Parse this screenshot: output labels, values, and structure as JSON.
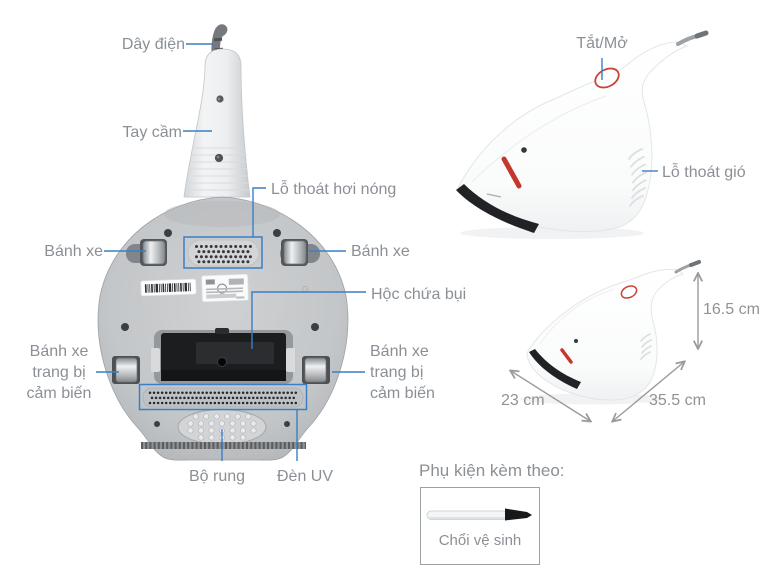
{
  "colors": {
    "label_text": "#8b9096",
    "leader_line": "#3b7fc4",
    "dimension_gray": "#9b9b9b",
    "accent_red": "#c5372c"
  },
  "bottom_view": {
    "power_cord": "Dây điện",
    "handle": "Tay cầm",
    "heat_vent": "Lỗ thoát hơi nóng",
    "wheel_left": "Bánh xe",
    "wheel_right": "Bánh xe",
    "dust_box": "Hộc chứa bụi",
    "sensor_wheel_left": [
      "Bánh xe",
      "trang bị",
      "cảm biến"
    ],
    "sensor_wheel_right": [
      "Bánh xe",
      "trang bị",
      "cảm biến"
    ],
    "vibration": "Bộ rung",
    "uv_lamp": "Đèn UV"
  },
  "side_view": {
    "power_switch": "Tắt/Mở",
    "air_vent": "Lỗ thoát gió"
  },
  "dimensions": {
    "height": "16.5 cm",
    "width": "23 cm",
    "depth": "35.5 cm"
  },
  "accessories": {
    "heading": "Phụ kiện kèm theo:",
    "items": [
      {
        "label": "Chổi vệ sinh"
      }
    ]
  }
}
